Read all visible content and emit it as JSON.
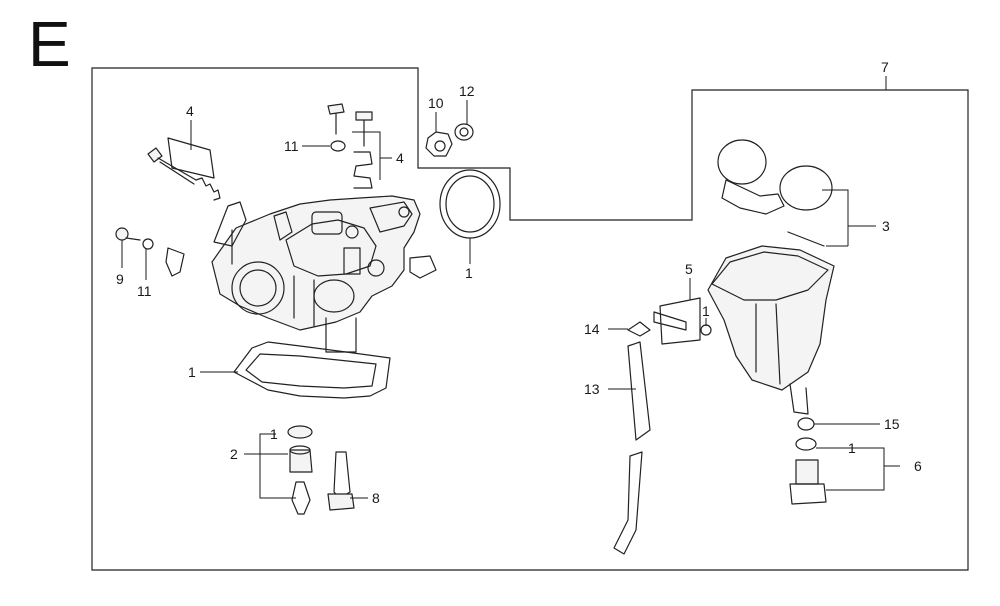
{
  "diagram": {
    "section_letter": "E",
    "part_labels": {
      "p4_top_left": "4",
      "p11_top": "11",
      "p4_top_right": "4",
      "p10": "10",
      "p12": "12",
      "p1_ring": "1",
      "p9": "9",
      "p11_left": "11",
      "p1_gasket": "1",
      "p1_jet": "1",
      "p2": "2",
      "p8": "8",
      "p7": "7",
      "p3": "3",
      "p5": "5",
      "p1_screw": "1",
      "p14": "14",
      "p13": "13",
      "p15": "15",
      "p1_drain": "1",
      "p6": "6"
    }
  }
}
